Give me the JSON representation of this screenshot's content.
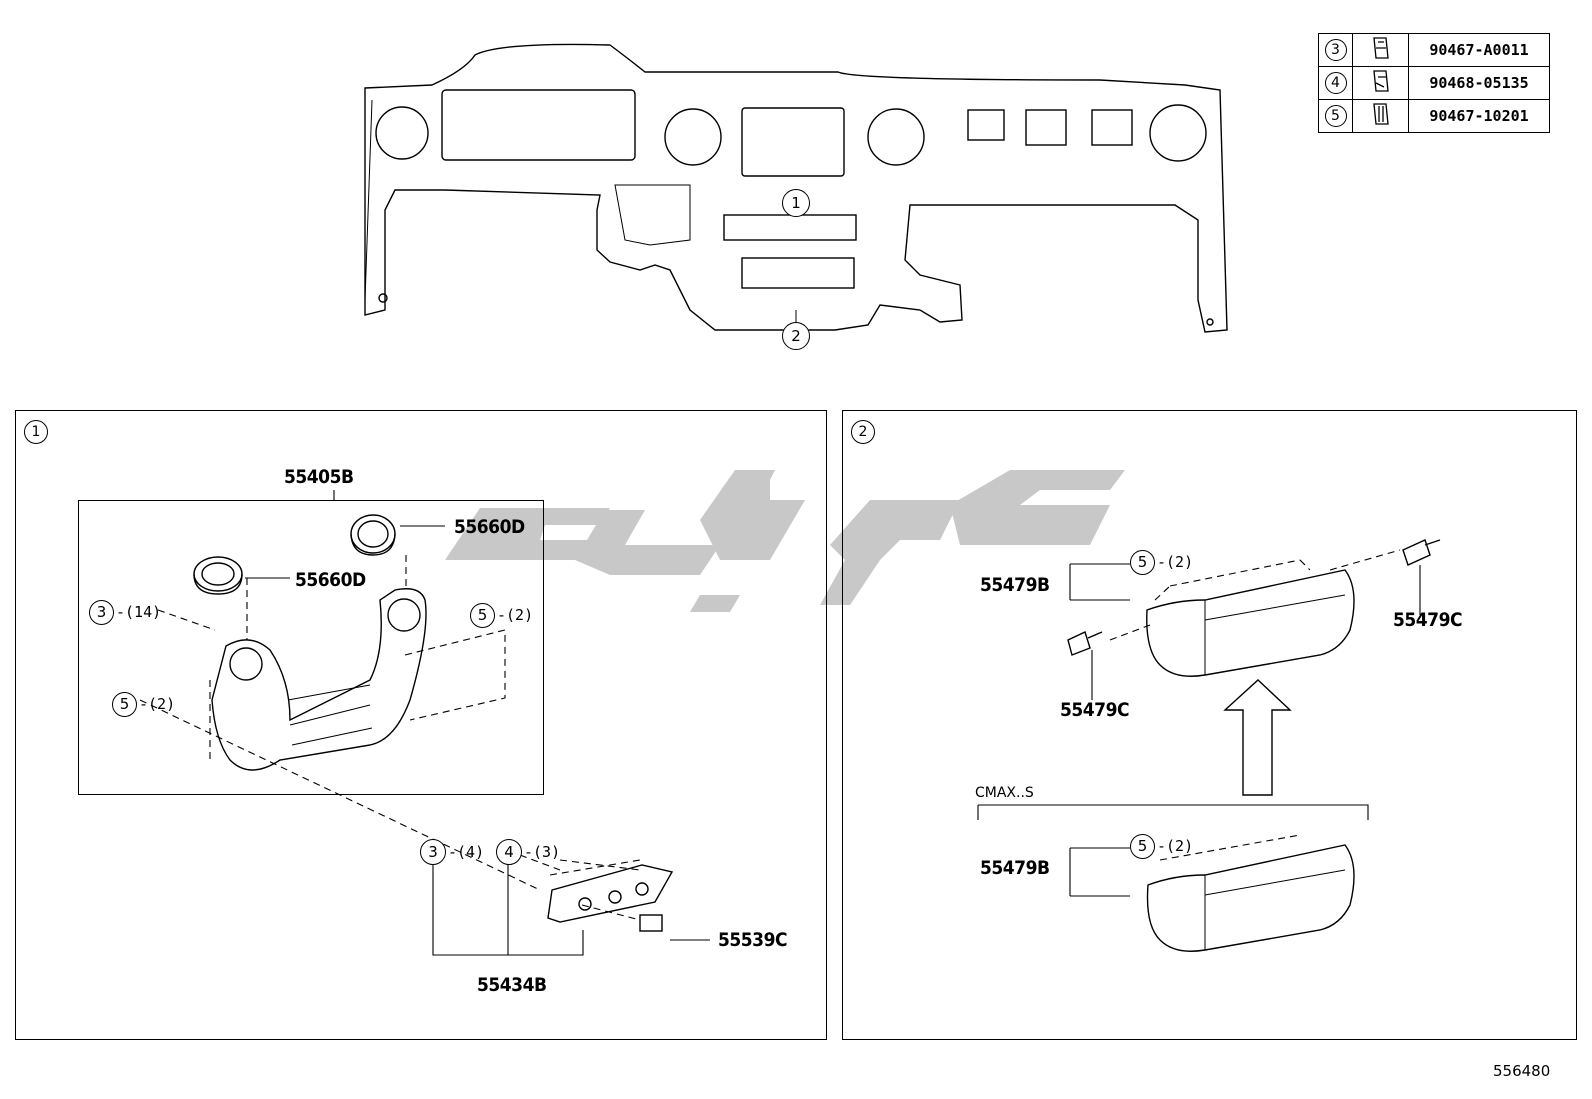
{
  "parts_table": [
    {
      "ref": "3",
      "part_no": "90467-A0011",
      "icon": "clip-icon"
    },
    {
      "ref": "4",
      "part_no": "90468-05135",
      "icon": "clip-icon"
    },
    {
      "ref": "5",
      "part_no": "90467-10201",
      "icon": "clip-icon"
    }
  ],
  "overview": {
    "callout_1": "1",
    "callout_2": "2"
  },
  "panel1": {
    "number": "1",
    "assy_label": "55405B",
    "vent_upper_label": "55660D",
    "vent_lower_label": "55660D",
    "clip3_ref": "3",
    "clip3_qty": "-(14)",
    "clip5_right_ref": "5",
    "clip5_right_qty": "-(2)",
    "clip5_left_ref": "5",
    "clip5_left_qty": "-(2)",
    "sub_clip3_ref": "3",
    "sub_clip3_qty": "-(4)",
    "sub_clip4_ref": "4",
    "sub_clip4_qty": "-(3)",
    "switch_label": "55539C",
    "bezel_label": "55434B"
  },
  "panel2": {
    "number": "2",
    "upper_clip_ref": "5",
    "upper_clip_qty": "-(2)",
    "upper_cover_label": "55479B",
    "screw_right_label": "55479C",
    "screw_left_label": "55479C",
    "variant_label": "CMAX..S",
    "lower_clip_ref": "5",
    "lower_clip_qty": "-(2)",
    "lower_cover_label": "55479B"
  },
  "watermark_color": "#c8c8c8",
  "diagram_code": "556480"
}
